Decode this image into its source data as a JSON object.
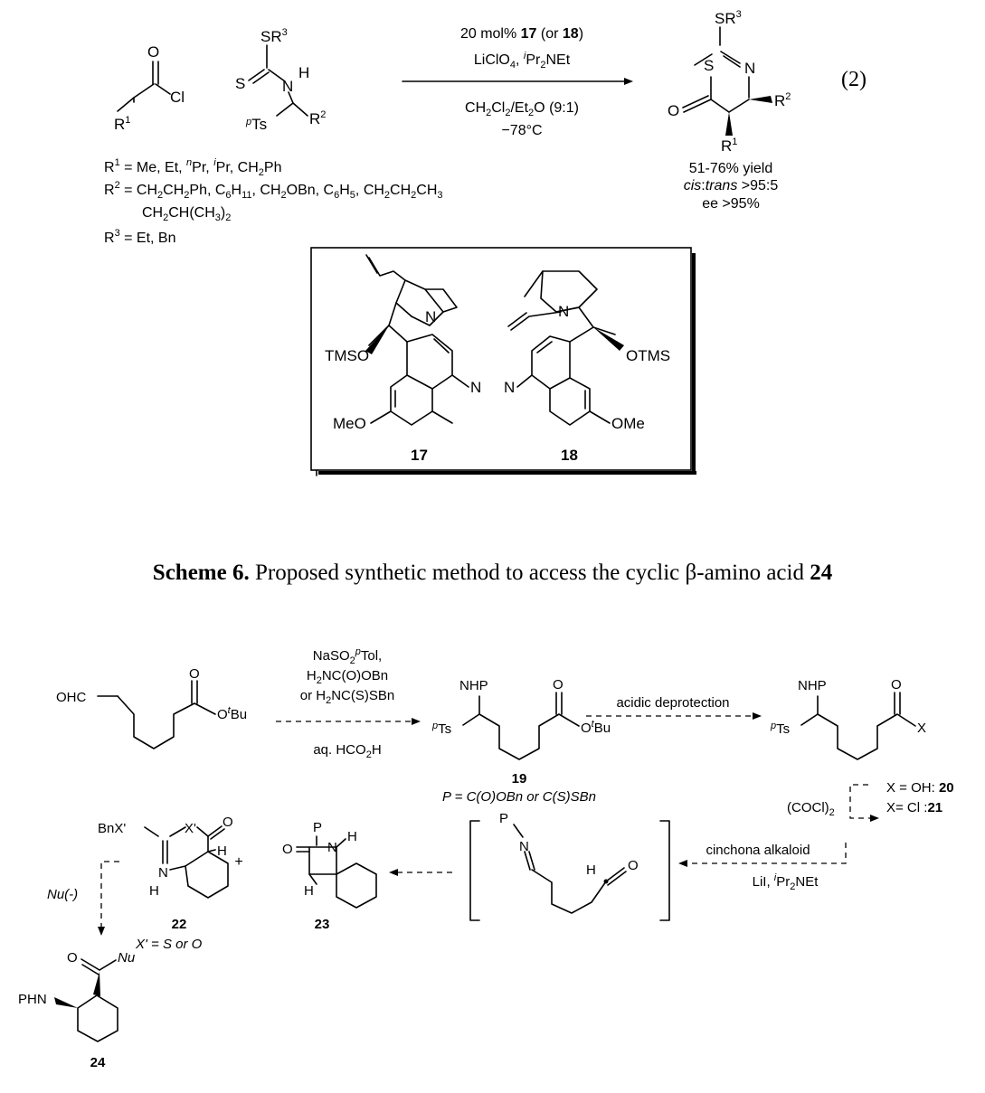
{
  "eq_number": "(2)",
  "top": {
    "acid_chloride": {
      "o": "O",
      "cl": "Cl",
      "r1": "R",
      "r1_sup": "1"
    },
    "dithiocarbamate": {
      "sr3": "SR",
      "sr3_sup": "3",
      "s": "S",
      "n": "N",
      "h": "H",
      "pts_pre": "p",
      "pts": "Ts",
      "r2": "R",
      "r2_sup": "2"
    },
    "conditions": {
      "line1_a": "20 mol% ",
      "line1_b": "17",
      "line1_c": " (or ",
      "line1_d": "18",
      "line1_e": ")",
      "line2_a": "LiClO",
      "line2_b": "4",
      "line2_c": ", ",
      "line2_d": "i",
      "line2_e": "Pr",
      "line2_f": "2",
      "line2_g": "NEt",
      "line3_a": "CH",
      "line3_b": "2",
      "line3_c": "Cl",
      "line3_d": "2",
      "line3_e": "/Et",
      "line3_f": "2",
      "line3_g": "O (9:1)",
      "line4": "−78°C"
    },
    "product": {
      "sr3": "SR",
      "sr3_sup": "3",
      "s": "S",
      "n": "N",
      "o": "O",
      "r2": "R",
      "r2_sup": "2",
      "r1": "R",
      "r1_sup": "1"
    },
    "results": {
      "yield": "51-76% yield",
      "cis": "cis",
      "colon": ":",
      "trans": "trans",
      "dr": " >95:5",
      "ee": "ee >95%"
    },
    "substituents": {
      "r1_line": {
        "a": "R",
        "b": "1",
        "c": " = Me, Et, ",
        "d": "n",
        "e": "Pr, ",
        "f": "i",
        "g": "Pr, CH",
        "h": "2",
        "i": "Ph"
      },
      "r2_line": {
        "a": "R",
        "b": "2",
        "c": " = CH",
        "d": "2",
        "e": "CH",
        "f": "2",
        "g": "Ph, C",
        "h": "6",
        "i": "H",
        "j": "11",
        "k": ", CH",
        "l": "2",
        "m": "OBn, C",
        "n": "6",
        "o": "H",
        "p": "5",
        "q": ", CH",
        "r": "2",
        "s": "CH",
        "t": "2",
        "u": "CH",
        "v": "3"
      },
      "r2_line2": {
        "a": "CH",
        "b": "2",
        "c": "CH(CH",
        "d": "3",
        "e": ")",
        "f": "2"
      },
      "r3_line": {
        "a": "R",
        "b": "3",
        "c": " = Et, Bn"
      }
    },
    "catalysts": {
      "c17": {
        "tmso": "TMSO",
        "n": "N",
        "n2": "N",
        "meo": "MeO",
        "label": "17"
      },
      "c18": {
        "otms": "OTMS",
        "n": "N",
        "n2": "N",
        "ome": "OMe",
        "label": "18"
      }
    }
  },
  "caption": {
    "prefix": "Scheme 6.",
    "text": " Proposed synthetic method to access the cyclic β-amino acid ",
    "compound": "24"
  },
  "scheme6": {
    "aldehyde": {
      "ohc": "OHC",
      "o": "O",
      "otbu_o": "O",
      "otbu_t": "t",
      "otbu_bu": "Bu"
    },
    "step1": {
      "a": "NaSO",
      "b": "2",
      "c": "p",
      "d": "Tol,",
      "e": "H",
      "f": "2",
      "g": "NC(O)OBn",
      "h": "or H",
      "i": "2",
      "j": "NC(S)SBn",
      "k": "aq. HCO",
      "l": "2",
      "m": "H"
    },
    "c19": {
      "nhp": "NHP",
      "o": "O",
      "pts_p": "p",
      "pts": "Ts",
      "otbu_o": "O",
      "otbu_t": "t",
      "otbu_bu": "Bu",
      "label": "19",
      "p_def": "P = C(O)OBn or C(S)SBn"
    },
    "step2": "acidic deprotection",
    "acid": {
      "nhp": "NHP",
      "o": "O",
      "pts_p": "p",
      "pts": "Ts",
      "x": "X"
    },
    "x_oh": {
      "a": "X = OH: ",
      "b": "20"
    },
    "x_cl": {
      "a": "X= Cl :",
      "b": "21"
    },
    "oxalyl": {
      "a": "(COCl)",
      "b": "2"
    },
    "step3": {
      "a": "cinchona alkaloid",
      "b": "LiI, ",
      "c": "i",
      "d": "Pr",
      "e": "2",
      "f": "NEt"
    },
    "ketene": {
      "p": "P",
      "n": "N",
      "h": "H",
      "o": "O"
    },
    "c23": {
      "p": "P",
      "o": "O",
      "n": "N",
      "h1": "H",
      "h2": "H",
      "label": "23"
    },
    "plus": "+",
    "c22": {
      "bnx": "BnX'",
      "x": "X'",
      "o": "O",
      "n": "N",
      "h1": "H",
      "h2": "H",
      "label": "22",
      "x_def": "X' = S or O"
    },
    "nu": "Nu(-)",
    "c24": {
      "o": "O",
      "nu": "Nu",
      "phn": "PHN",
      "label": "24"
    }
  }
}
